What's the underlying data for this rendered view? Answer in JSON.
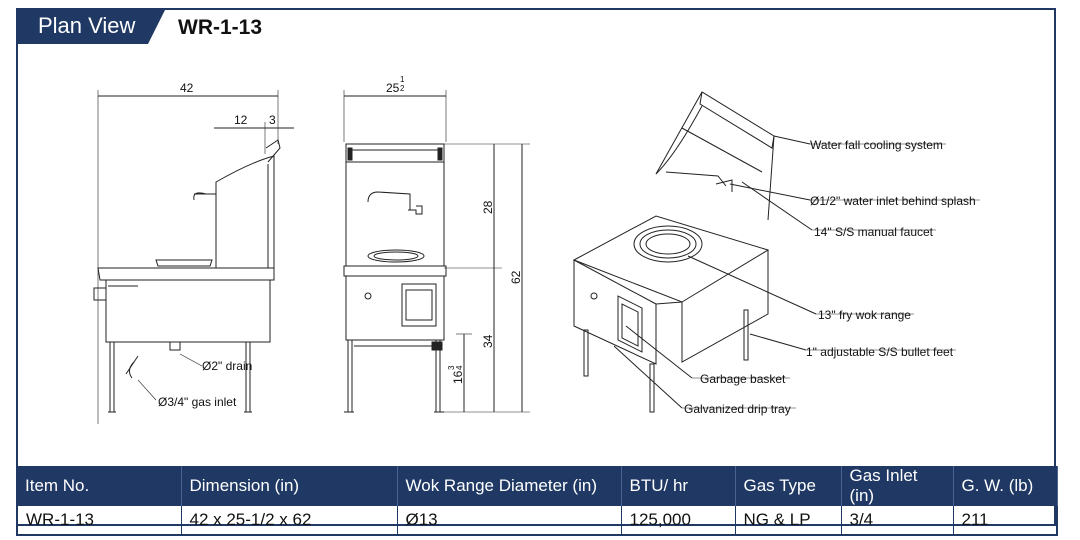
{
  "header": {
    "title": "Plan View",
    "model": "WR-1-13"
  },
  "dimensions": {
    "width_total": "42",
    "offset_12": "12",
    "offset_3": "3",
    "depth": "25",
    "depth_frac_num": "1",
    "depth_frac_den": "2",
    "splash_height": "28",
    "total_height": "62",
    "base_height": "34",
    "leg_height": "16",
    "leg_frac_num": "3",
    "leg_frac_den": "4"
  },
  "side_labels": {
    "drain": "Ø2\" drain",
    "gas_inlet": "Ø3/4\" gas inlet"
  },
  "callouts": [
    "Water fall cooling system",
    "Ø1/2\" water inlet behind splash",
    "14\" S/S manual faucet",
    "13\" fry wok range",
    "1\" adjustable S/S bullet feet",
    "Garbage basket",
    "Galvanized drip tray"
  ],
  "table": {
    "headers": [
      "Item No.",
      "Dimension (in)",
      "Wok Range Diameter (in)",
      "BTU/ hr",
      "Gas Type",
      "Gas Inlet (in)",
      "G. W. (lb)"
    ],
    "row": [
      "WR-1-13",
      "42 x 25-1/2 x 62",
      "Ø13",
      "125,000",
      "NG & LP",
      "3/4",
      "211"
    ]
  }
}
